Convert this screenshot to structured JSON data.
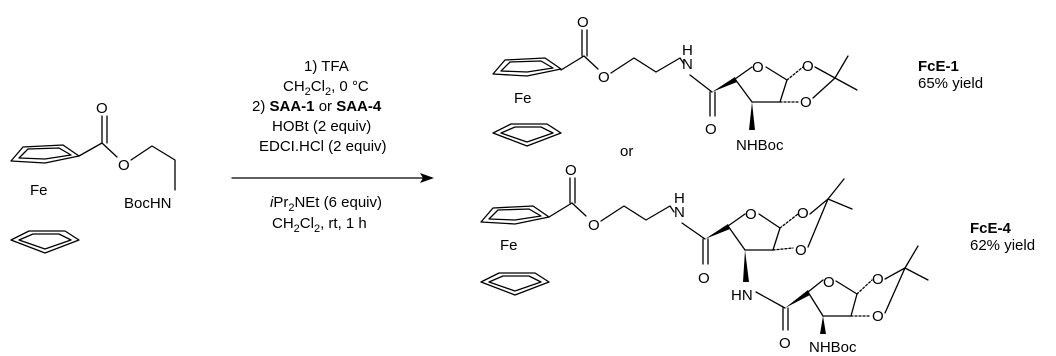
{
  "starting_material": {
    "metal": "Fe",
    "carbonyl_o": "O",
    "ester_o": "O",
    "amine_group": "BocHN"
  },
  "conditions": {
    "line1": "1) TFA",
    "line2_main": "CH",
    "line2_sub": "2",
    "line2_cl": "Cl",
    "line2_rest": ", 0 °C",
    "line3_prefix": "2) ",
    "line3_saa1": "SAA-1",
    "line3_or": " or ",
    "line3_saa4": "SAA-4",
    "line4": "HOBt (2 equiv)",
    "line5": "EDCI.HCl (2 equiv)",
    "line6_i": "i",
    "line6_pr": "Pr",
    "line6_sub": "2",
    "line6_rest": "NEt (6 equiv)",
    "line7_main": "CH",
    "line7_rest": ", rt, 1 h"
  },
  "product1": {
    "metal": "Fe",
    "label": "FcE-1",
    "yield": "65% yield",
    "o": "O",
    "nh": "N",
    "h": "H",
    "nhboc": "NHBoc"
  },
  "or_text": "or",
  "product2": {
    "metal": "Fe",
    "label": "FcE-4",
    "yield": "62% yield",
    "o": "O",
    "nh": "N",
    "h": "H",
    "hn": "HN",
    "nhboc": "NHBoc"
  },
  "colors": {
    "ink": "#000000",
    "background": "#ffffff"
  }
}
